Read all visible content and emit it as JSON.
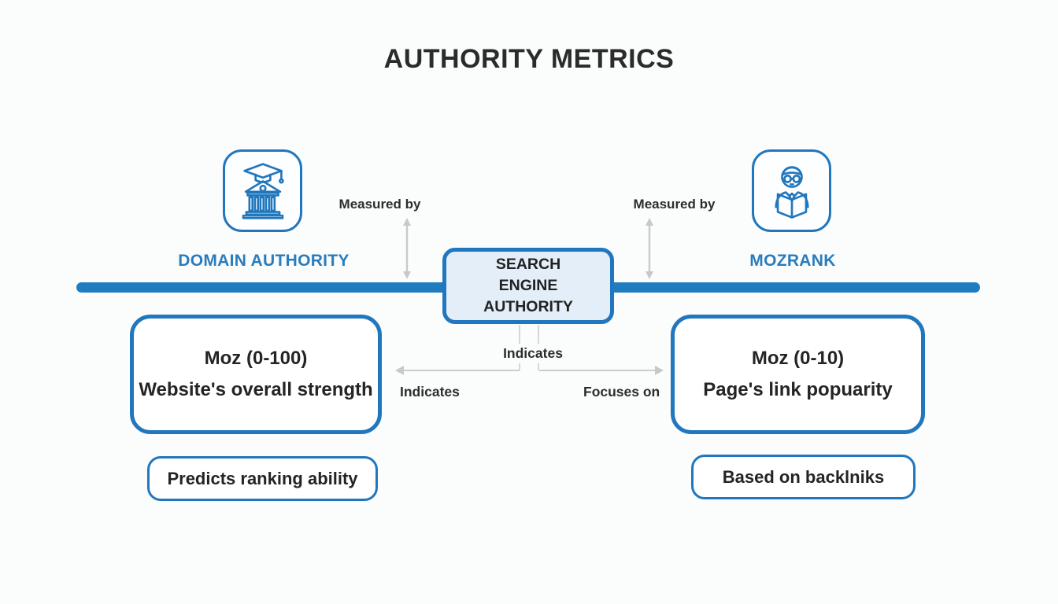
{
  "title": "AUTHORITY METRICS",
  "colors": {
    "accent_border": "#2177bd",
    "accent_text": "#2a7cbc",
    "divider_line": "#1f7cc1",
    "center_box_fill": "#e3eef8",
    "arrow_gray": "#c9c9c9",
    "text_dark": "#2d2d2d",
    "background": "#fbfdfd"
  },
  "center": {
    "label": "SEARCH ENGINE AUTHORITY",
    "indicates_label": "Indicates"
  },
  "left_branch": {
    "icon": "bank-graduation-icon",
    "label": "DOMAIN AUTHORITY",
    "measured_by": "Measured by",
    "score_line1": "Moz (0-100)",
    "score_line2": "Website's overall strength",
    "arrow_label": "Indicates",
    "bottom_box": "Predicts ranking ability"
  },
  "right_branch": {
    "icon": "reader-icon",
    "label": "MOZRANK",
    "measured_by": "Measured by",
    "score_line1": "Moz (0-10)",
    "score_line2": "Page's link popuarity",
    "arrow_label": "Focuses on",
    "bottom_box": "Based on backlniks"
  }
}
